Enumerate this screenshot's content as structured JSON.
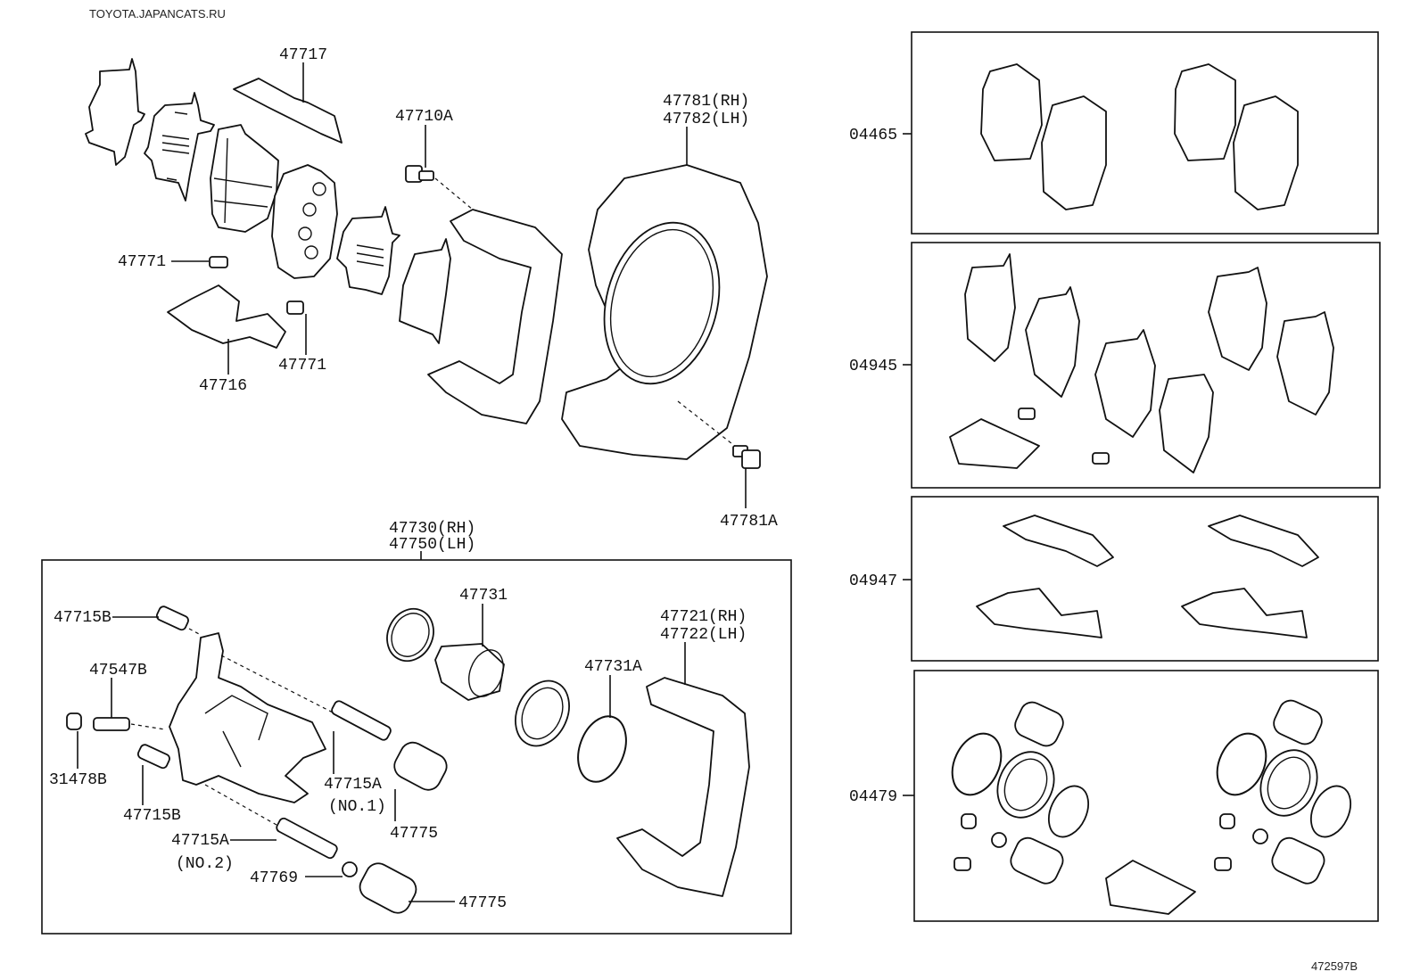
{
  "watermark": "TOYOTA.JAPANCATS.RU",
  "diagram_code": "472597B",
  "labels": {
    "l47717": "47717",
    "l47710A": "47710A",
    "l47781RH": "47781(RH)",
    "l47782LH": "47782(LH)",
    "l47771a": "47771",
    "l47771b": "47771",
    "l47716": "47716",
    "l47781A": "47781A",
    "l47730RH": "47730(RH)",
    "l47750LH": "47750(LH)",
    "l47731": "47731",
    "l47715Ba": "47715B",
    "l47547B": "47547B",
    "l47721RH": "47721(RH)",
    "l47722LH": "47722(LH)",
    "l47731A": "47731A",
    "l31478B": "31478B",
    "l47715A1": "47715A",
    "no1": "(NO.1)",
    "l47715Bb": "47715B",
    "l47775a": "47775",
    "l47715A2": "47715A",
    "no2": "(NO.2)",
    "l47769": "47769",
    "l47775b": "47775"
  },
  "kits": [
    {
      "code": "04465"
    },
    {
      "code": "04945"
    },
    {
      "code": "04947"
    },
    {
      "code": "04479"
    }
  ]
}
